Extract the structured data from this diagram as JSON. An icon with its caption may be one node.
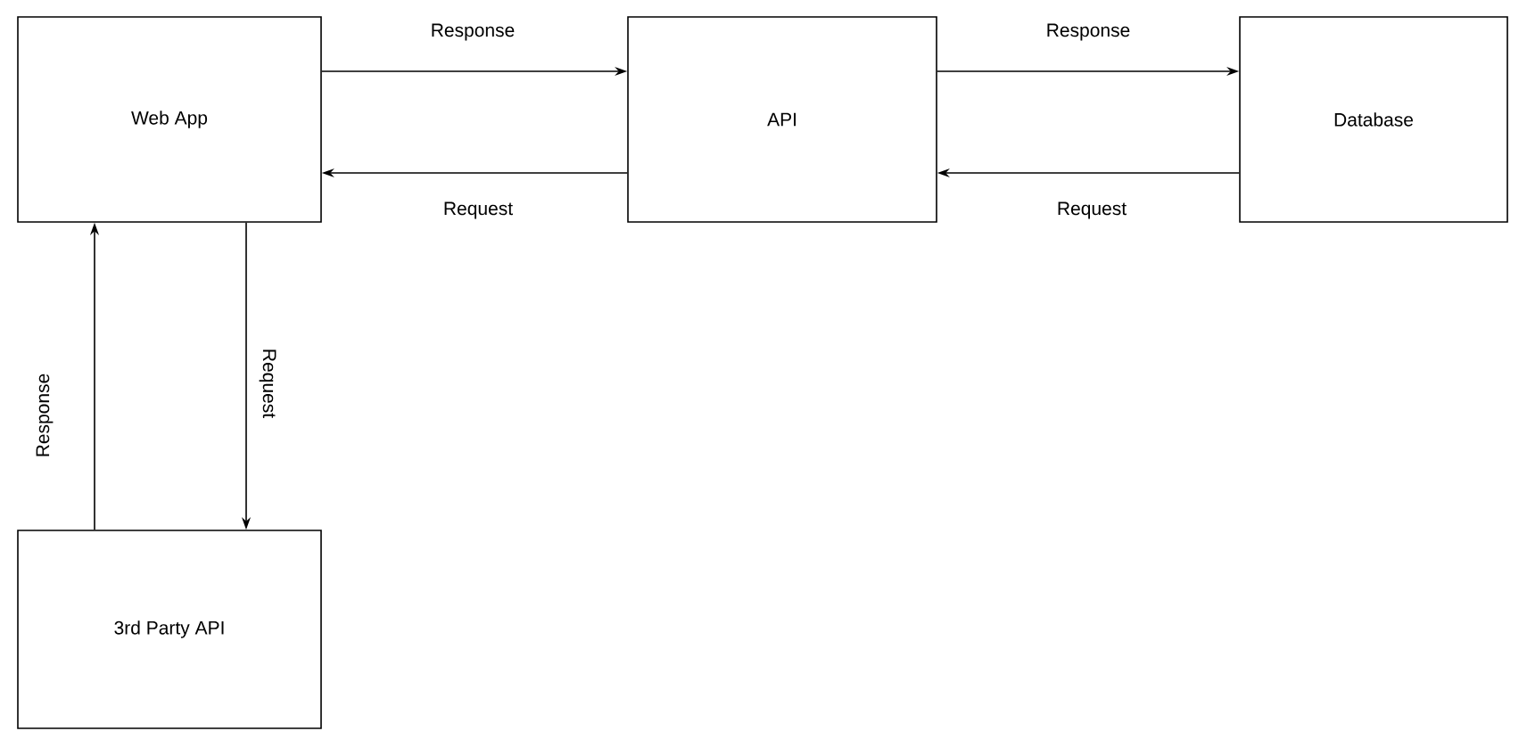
{
  "diagram": {
    "nodes": [
      {
        "text": [
          "Web App"
        ]
      },
      {
        "text": [
          "API"
        ]
      },
      {
        "text": [
          "Database"
        ]
      },
      {
        "text": [
          "3rd Party API"
        ]
      }
    ],
    "edges": [
      {
        "from": 0,
        "to": 1,
        "arrow": "to",
        "label": "Response"
      },
      {
        "from": 1,
        "to": 0,
        "arrow": "to",
        "label": "Request"
      },
      {
        "from": 1,
        "to": 2,
        "arrow": "to",
        "label": "Response"
      },
      {
        "from": 2,
        "to": 1,
        "arrow": "to",
        "label": "Request"
      },
      {
        "from": 3,
        "to": 0,
        "arrow": "to",
        "label": "Response"
      },
      {
        "from": 0,
        "to": 3,
        "arrow": "to",
        "label": "Request"
      }
    ]
  }
}
